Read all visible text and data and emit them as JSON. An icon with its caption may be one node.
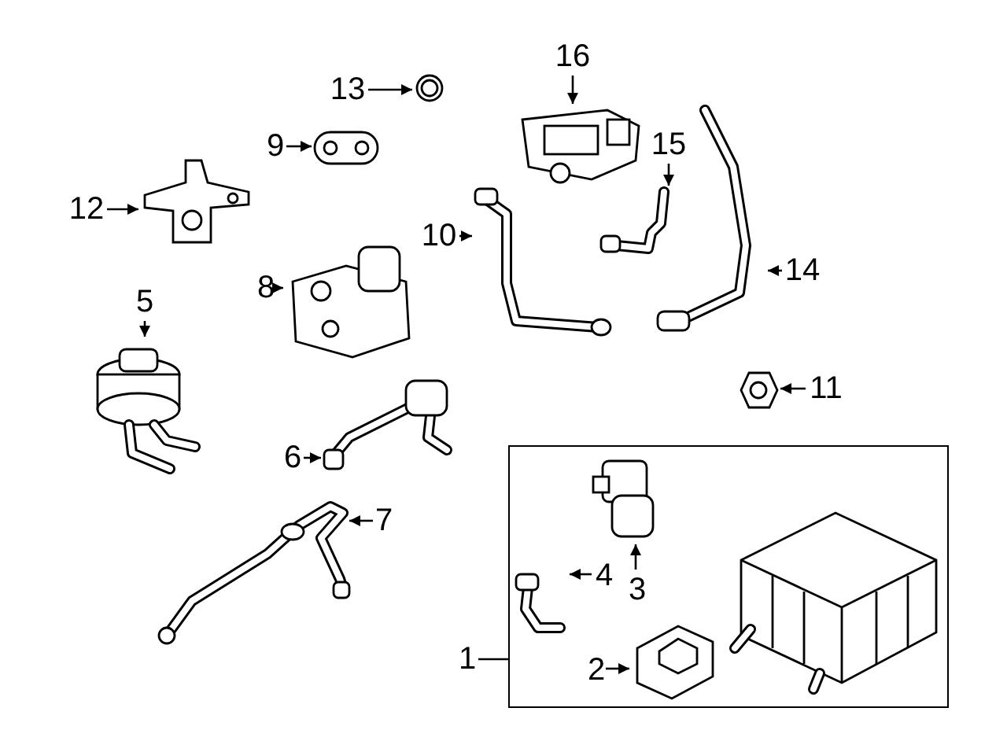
{
  "diagram": {
    "nodes": [
      {
        "text": [
          "13"
        ]
      },
      {
        "text": [],
        "shape": "picture"
      },
      {
        "text": [
          "16"
        ]
      },
      {
        "text": [],
        "shape": "picture"
      },
      {
        "text": [
          "9"
        ]
      },
      {
        "text": [],
        "shape": "picture"
      },
      {
        "text": [
          "15"
        ]
      },
      {
        "text": [],
        "shape": "picture"
      },
      {
        "text": [
          "12"
        ]
      },
      {
        "text": [],
        "shape": "picture"
      },
      {
        "text": [
          "10"
        ]
      },
      {
        "text": [],
        "shape": "picture"
      },
      {
        "text": [
          "14"
        ]
      },
      {
        "text": [],
        "shape": "picture"
      },
      {
        "text": [
          "8"
        ]
      },
      {
        "text": [],
        "shape": "picture"
      },
      {
        "text": [
          "5"
        ]
      },
      {
        "text": [],
        "shape": "picture"
      },
      {
        "text": [
          "11"
        ]
      },
      {
        "text": [],
        "shape": "picture"
      },
      {
        "text": [
          "6"
        ]
      },
      {
        "text": [],
        "shape": "picture"
      },
      {
        "text": [],
        "shape": "box"
      },
      {
        "text": [
          "3"
        ],
        "in": 22
      },
      {
        "text": [],
        "shape": "picture",
        "in": 22
      },
      {
        "text": [
          "4"
        ],
        "in": 22
      },
      {
        "text": [],
        "shape": "picture",
        "in": 22
      },
      {
        "text": [
          "2"
        ],
        "in": 22
      },
      {
        "text": [],
        "shape": "picture",
        "in": 22
      },
      {
        "text": [
          "7"
        ]
      },
      {
        "text": [],
        "shape": "picture"
      },
      {
        "text": [
          "1"
        ]
      }
    ],
    "edges": [
      {
        "from": 0,
        "to": 1,
        "arrow": "to"
      },
      {
        "from": 2,
        "to": 3,
        "arrow": "to"
      },
      {
        "from": 4,
        "to": 5,
        "arrow": "to"
      },
      {
        "from": 6,
        "to": 7,
        "arrow": "to"
      },
      {
        "from": 8,
        "to": 9,
        "arrow": "to"
      },
      {
        "from": 10,
        "to": 11,
        "arrow": "to"
      },
      {
        "from": 12,
        "to": 13,
        "arrow": "to"
      },
      {
        "from": 14,
        "to": 15,
        "arrow": "to"
      },
      {
        "from": 16,
        "to": 17,
        "arrow": "to"
      },
      {
        "from": 18,
        "to": 19,
        "arrow": "to"
      },
      {
        "from": 20,
        "to": 21,
        "arrow": "to"
      },
      {
        "from": 23,
        "to": 24,
        "arrow": "to"
      },
      {
        "from": 25,
        "to": 26,
        "arrow": "to"
      },
      {
        "from": 27,
        "to": 28,
        "arrow": "to"
      },
      {
        "from": 29,
        "to": 30,
        "arrow": "to"
      },
      {
        "from": 31,
        "to": 22,
        "arrow": "none"
      }
    ]
  }
}
